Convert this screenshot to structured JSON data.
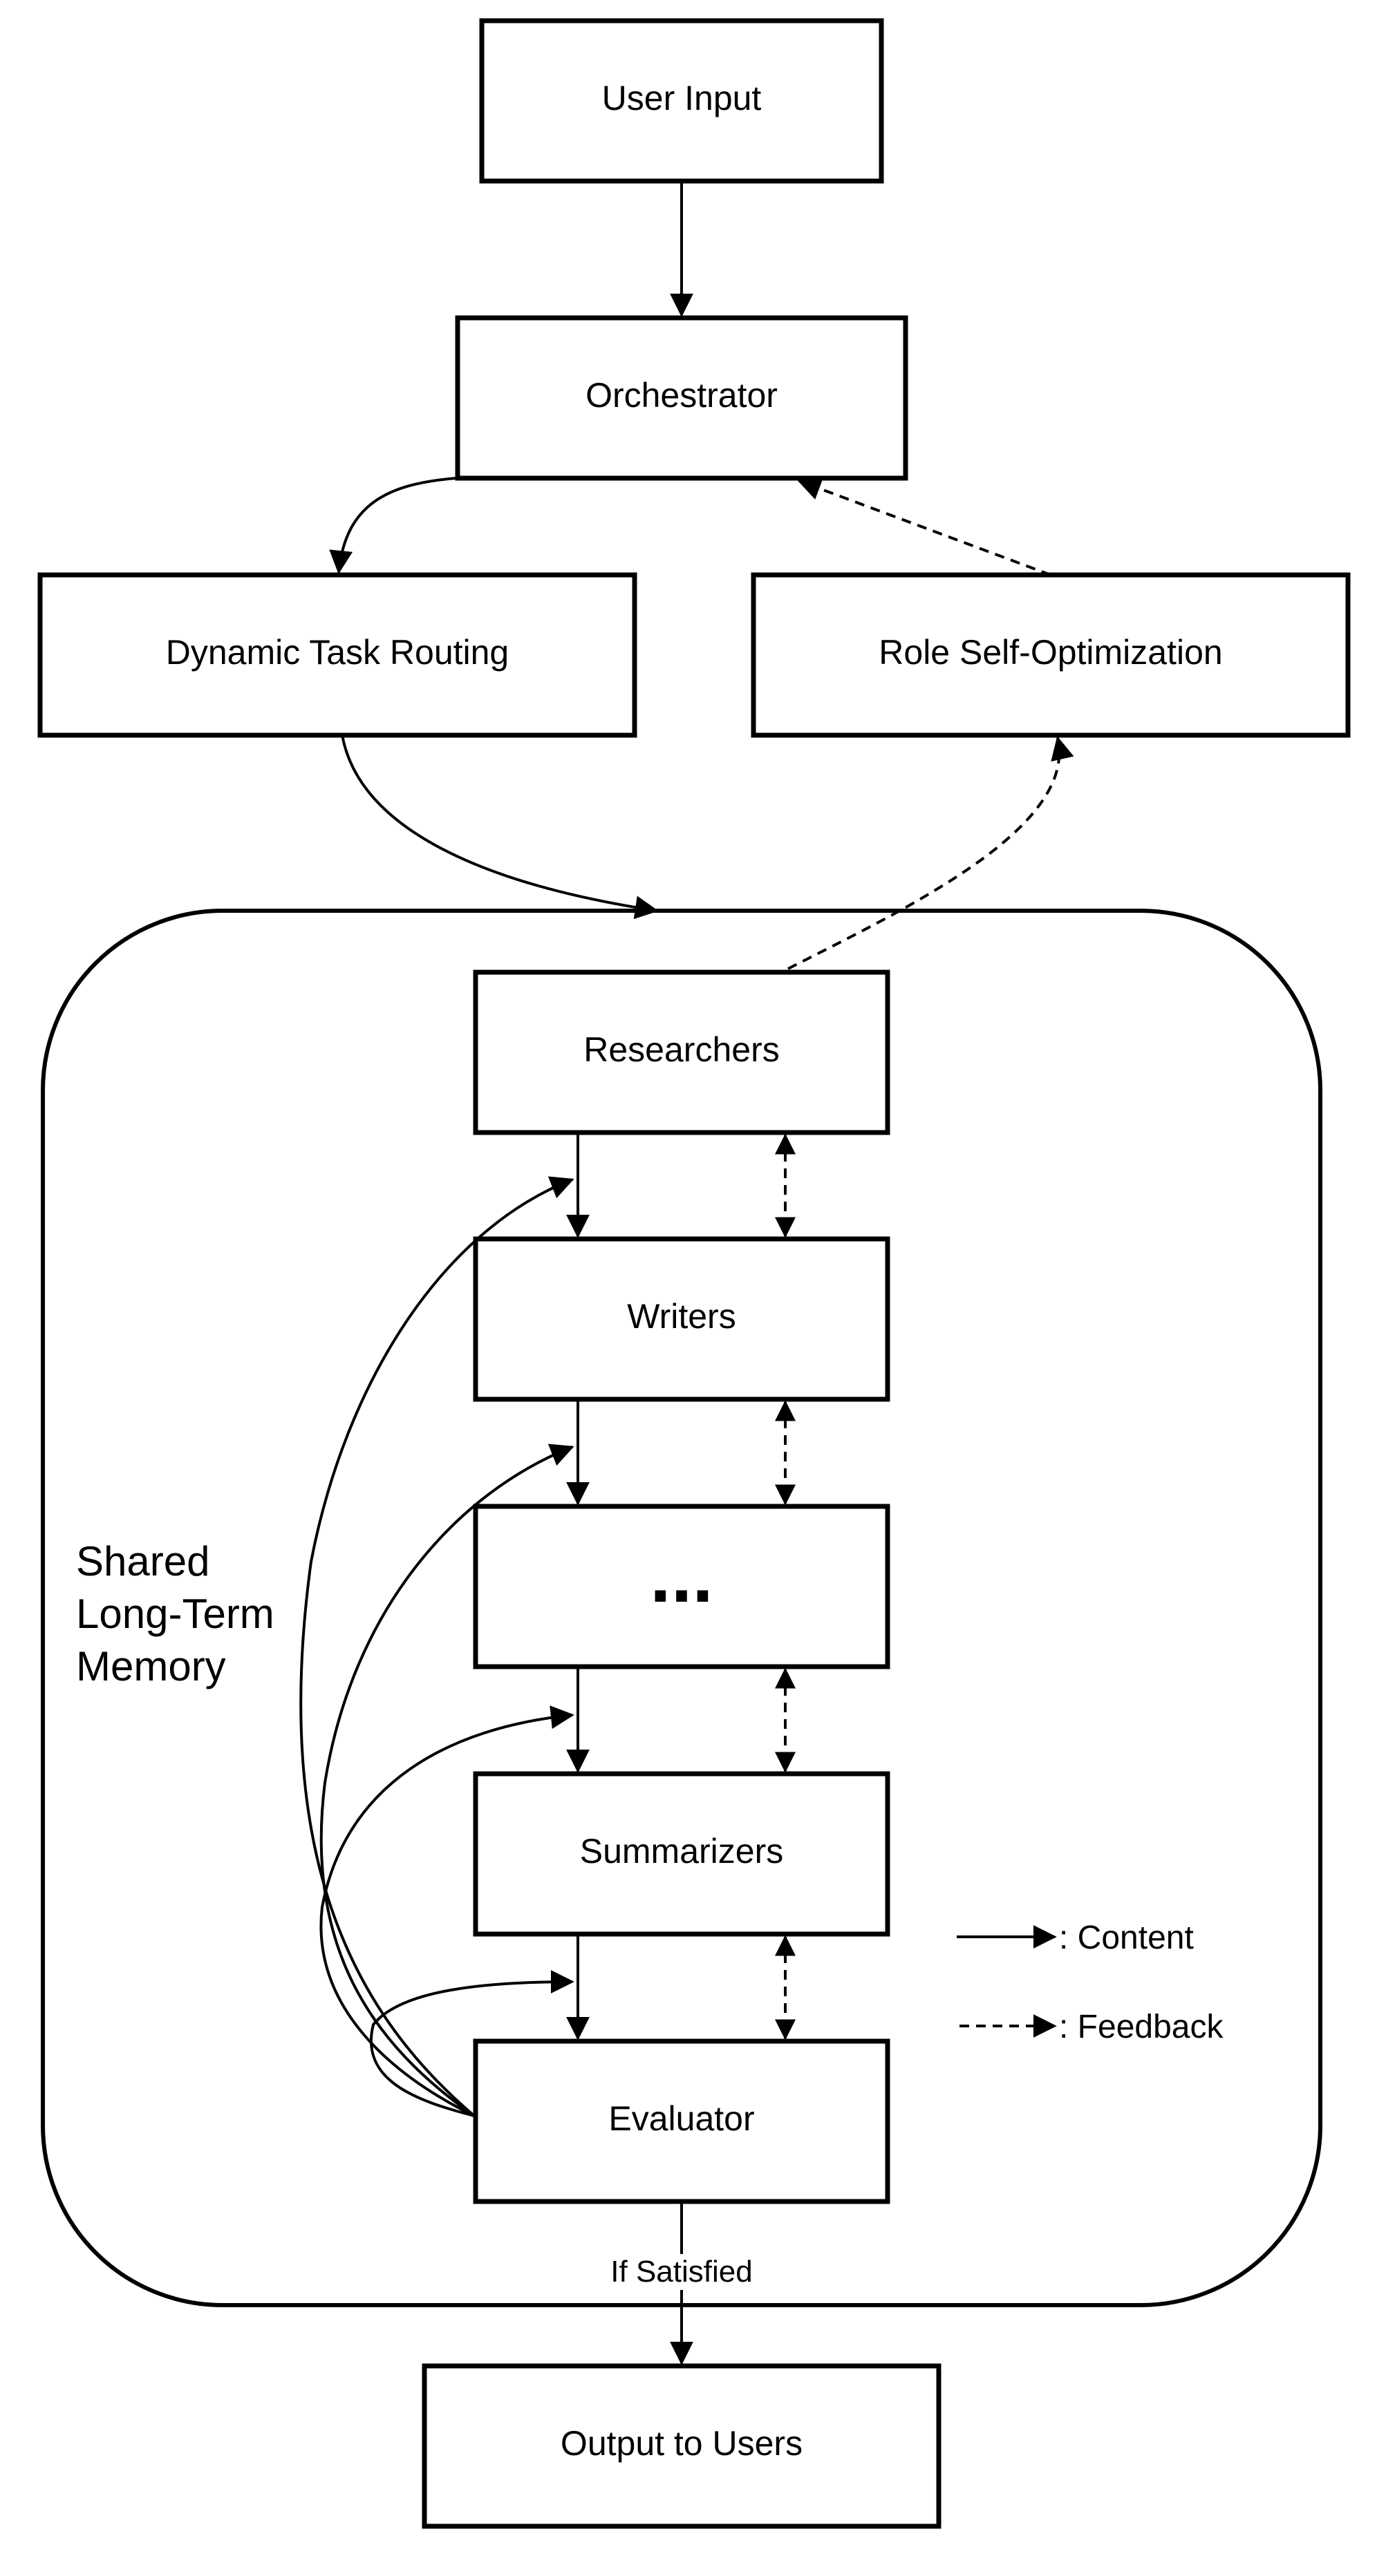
{
  "nodes": {
    "user_input": "User Input",
    "orchestrator": "Orchestrator",
    "dynamic_task_routing": "Dynamic Task Routing",
    "role_self_optimization": "Role Self-Optimization",
    "researchers": "Researchers",
    "writers": "Writers",
    "ellipsis": "...",
    "summarizers": "Summarizers",
    "evaluator": "Evaluator",
    "output_to_users": "Output to Users"
  },
  "memory_label": [
    "Shared",
    "Long-Term",
    "Memory"
  ],
  "edge_labels": {
    "if_satisfied": "If Satisfied"
  },
  "legend": {
    "content": ": Content",
    "feedback": ": Feedback"
  }
}
